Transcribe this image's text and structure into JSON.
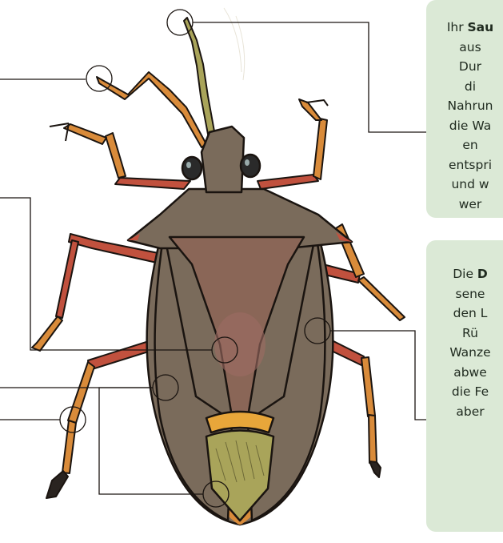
{
  "colors": {
    "card_background": "#dbe9d6",
    "bug_body": "#7a6b5b",
    "bug_outline": "#1a1410",
    "legs_red": "#c1513e",
    "legs_orange": "#d98b3a",
    "scutellum": "#8a6657",
    "membrane": "#a9a45a"
  },
  "cards": [
    {
      "lines": [
        {
          "pre": "Ihr ",
          "bold": "Sau",
          "post": ""
        },
        {
          "pre": "aus",
          "bold": "",
          "post": ""
        },
        {
          "pre": "Dur",
          "bold": "",
          "post": ""
        },
        {
          "pre": "di",
          "bold": "",
          "post": ""
        },
        {
          "pre": "Nahrun",
          "bold": "",
          "post": ""
        },
        {
          "pre": "die Wa",
          "bold": "",
          "post": ""
        },
        {
          "pre": "en",
          "bold": "",
          "post": ""
        },
        {
          "pre": "entspri",
          "bold": "",
          "post": ""
        },
        {
          "pre": "und w",
          "bold": "",
          "post": ""
        },
        {
          "pre": "wer",
          "bold": "",
          "post": ""
        }
      ]
    },
    {
      "lines": [
        {
          "pre": "Die ",
          "bold": "D",
          "post": ""
        },
        {
          "pre": "sene",
          "bold": "",
          "post": ""
        },
        {
          "pre": "den L",
          "bold": "",
          "post": ""
        },
        {
          "pre": "Rü",
          "bold": "",
          "post": ""
        },
        {
          "pre": "Wanze",
          "bold": "",
          "post": ""
        },
        {
          "pre": "abwe",
          "bold": "",
          "post": ""
        },
        {
          "pre": "die Fe",
          "bold": "",
          "post": ""
        },
        {
          "pre": "aber",
          "bold": "",
          "post": ""
        }
      ]
    }
  ]
}
